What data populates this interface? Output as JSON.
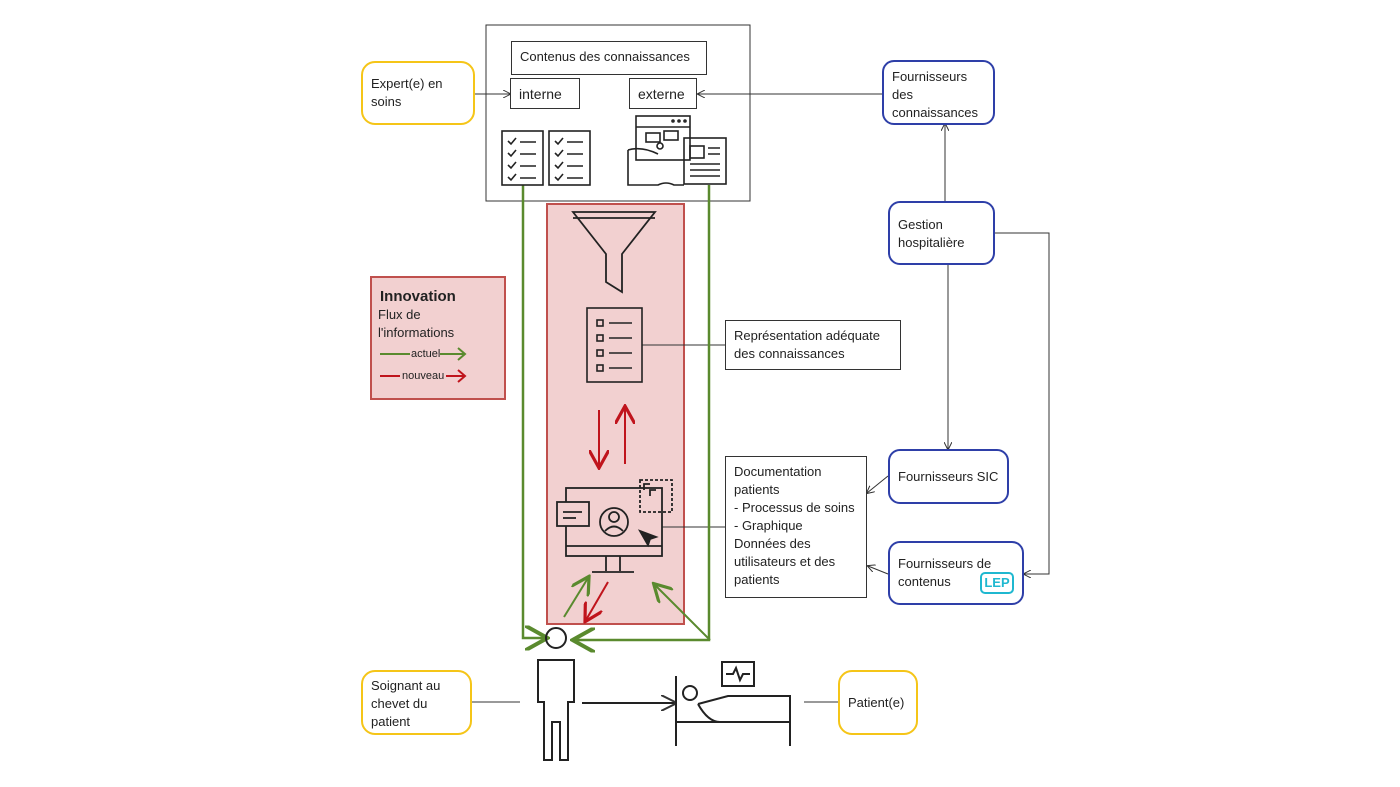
{
  "knowledge": {
    "contents": "Contenus des connaissances",
    "internal": "interne",
    "external": "externe"
  },
  "expert": "Expert(e) en\nsoins",
  "suppliers_knowledge": "Fournisseurs\ndes\nconnaissances",
  "hospital_management": "Gestion\nhospitalière",
  "suppliers_sic": "Fournisseurs SIC",
  "suppliers_content": "Fournisseurs de\ncontenus",
  "lep_logo": "LEP",
  "representation": "Représentation adéquate\ndes connaissances",
  "documentation": "Documentation\npatients\n- Processus de soins\n- Graphique\nDonnées des\nutilisateurs et des\npatients",
  "legend": {
    "title": "Innovation",
    "subtitle": "Flux de\nl'informations",
    "current": "actuel",
    "new": "nouveau"
  },
  "caregiver": "Soignant au\nchevet du\npatient",
  "patient": "Patient(e)",
  "colors": {
    "green": "#5a8a2e",
    "red": "#c0141c",
    "blue": "#2e3fa8",
    "yellow": "#f5c518",
    "pink": "#f2d0d0"
  }
}
